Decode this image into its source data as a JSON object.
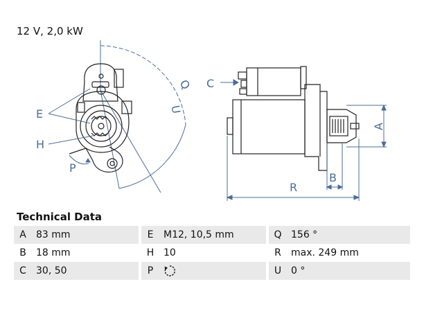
{
  "header": {
    "spec_line": "12 V, 2,0 kW"
  },
  "drawing": {
    "labels": {
      "E": "E",
      "H": "H",
      "P": "P",
      "Q": "Q",
      "U": "U",
      "C": "C",
      "A": "A",
      "B": "B",
      "R": "R"
    },
    "colors": {
      "dimension": "#4a6d99",
      "outline": "#222222"
    }
  },
  "technical_data": {
    "title": "Technical Data",
    "rows": [
      [
        {
          "key": "A",
          "value": "83 mm"
        },
        {
          "key": "E",
          "value": "M12, 10,5 mm"
        },
        {
          "key": "Q",
          "value": "156 °"
        }
      ],
      [
        {
          "key": "B",
          "value": "18 mm"
        },
        {
          "key": "H",
          "value": "10"
        },
        {
          "key": "R",
          "value": "max. 249 mm"
        }
      ],
      [
        {
          "key": "C",
          "value": "30, 50"
        },
        {
          "key": "P",
          "value": "",
          "icon": "rotation-direction-icon"
        },
        {
          "key": "U",
          "value": "0 °"
        }
      ]
    ]
  }
}
